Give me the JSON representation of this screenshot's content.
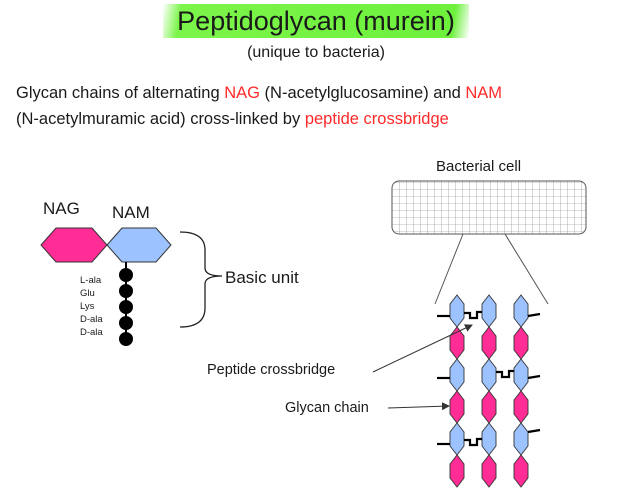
{
  "title": "Peptidoglycan (murein)",
  "subtitle": "(unique to bacteria)",
  "description": {
    "part1": "Glycan chains of alternating ",
    "nag": "NAG",
    "part2": " (N-acetylglucosamine) and ",
    "nam": "NAM",
    "part3": "(N-acetylmuramic acid) cross-linked by ",
    "crossbridge": "peptide crossbridge"
  },
  "labels": {
    "nag": "NAG",
    "nam": "NAM",
    "basic_unit": "Basic unit",
    "bacterial_cell": "Bacterial cell",
    "peptide_crossbridge": "Peptide crossbridge",
    "glycan_chain": "Glycan chain"
  },
  "amino_acids": [
    "L-ala",
    "Glu",
    "Lys",
    "D-ala",
    "D-ala"
  ],
  "colors": {
    "nag": "#ff2d95",
    "nam": "#9cc3ff",
    "highlight": "#7cf54a",
    "accent_text": "#ff2a2a"
  }
}
